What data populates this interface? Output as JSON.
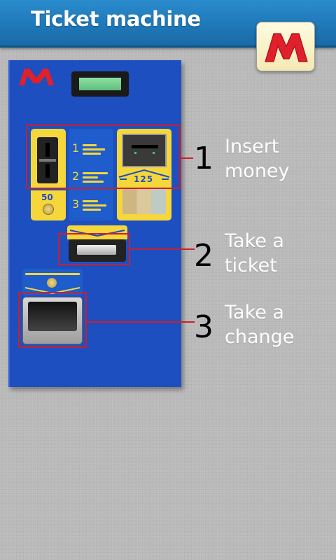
{
  "header": {
    "title": "Ticket machine"
  },
  "machine": {
    "instructions": [
      "1",
      "2",
      "3"
    ],
    "coin_value": "50",
    "price": "125"
  },
  "steps": [
    {
      "number": "1",
      "text": "Insert\nmoney"
    },
    {
      "number": "2",
      "text": "Take a\nticket"
    },
    {
      "number": "3",
      "text": "Take a\nchange"
    }
  ],
  "colors": {
    "header_blue": "#1f78b8",
    "machine_blue": "#1d4fc0",
    "machine_yellow": "#f6d73b",
    "highlight_red": "#cc1f2a",
    "logo_red": "#e0202a"
  },
  "icons": [
    "metro-logo-icon"
  ]
}
